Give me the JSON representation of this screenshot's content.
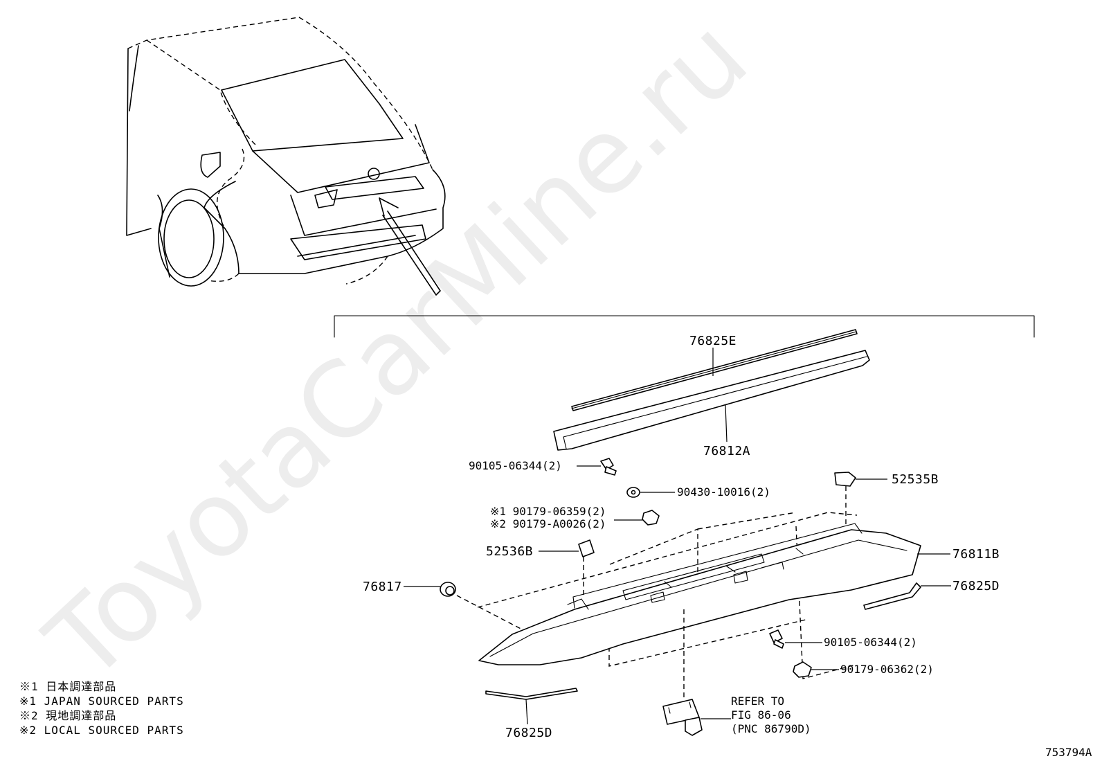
{
  "watermark": "ToyotaCarMine.ru",
  "callouts": {
    "p76825E_top": "76825E",
    "p76812A": "76812A",
    "p90105_a": "90105-06344(2)",
    "p90430": "90430-10016(2)",
    "p52535B": "52535B",
    "p90179_1": "※1 90179-06359(2)",
    "p90179_2": "※2 90179-A0026(2)",
    "p52536B": "52536B",
    "p76811B": "76811B",
    "p76817": "76817",
    "p76825D_right": "76825D",
    "p90105_b": "90105-06344(2)",
    "p90179_b": "90179-06362(2)",
    "p76825D_bottom": "76825D"
  },
  "refer": {
    "line1": "REFER TO",
    "line2": "FIG 86-06",
    "line3": "(PNC 86790D)"
  },
  "notes": [
    "※1 日本調達部品",
    "※1 JAPAN SOURCED PARTS",
    "※2 現地調達部品",
    "※2 LOCAL SOURCED PARTS"
  ],
  "figure_id": "753794A"
}
